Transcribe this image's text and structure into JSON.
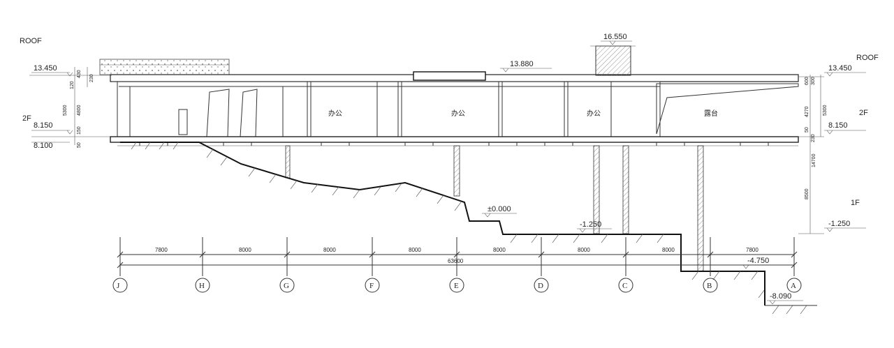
{
  "levels": {
    "roof_left_label": "ROOF",
    "roof_right_label": "ROOF",
    "floor2_left_label": "2F",
    "floor2_right_label": "2F",
    "floor1_label": "1F",
    "roof_left": "13.450",
    "roof_right": "13.450",
    "floor2_left": "8.150",
    "floor2_left_lower": "8.100",
    "floor2_right": "8.150",
    "level_13880": "13.880",
    "level_16550": "16.550",
    "level_zero": "±0.000",
    "level_minus_1250_center": "-1.250",
    "level_minus_1250_right": "-1.250",
    "level_minus_4750": "-4.750",
    "level_minus_8090": "-8.090"
  },
  "left_dims": [
    "430",
    "230",
    "120",
    "5300",
    "4800",
    "150",
    "50"
  ],
  "right_dims": [
    "600",
    "300",
    "5300",
    "4270",
    "50",
    "230",
    "14700",
    "8500"
  ],
  "rooms": [
    "办公",
    "办公",
    "办公",
    "露台"
  ],
  "grid": {
    "spans": [
      "7800",
      "8000",
      "8000",
      "8000",
      "8000",
      "8000",
      "8000",
      "7800"
    ],
    "total": "63600",
    "axes": [
      "J",
      "H",
      "G",
      "F",
      "E",
      "D",
      "C",
      "B",
      "A"
    ]
  }
}
